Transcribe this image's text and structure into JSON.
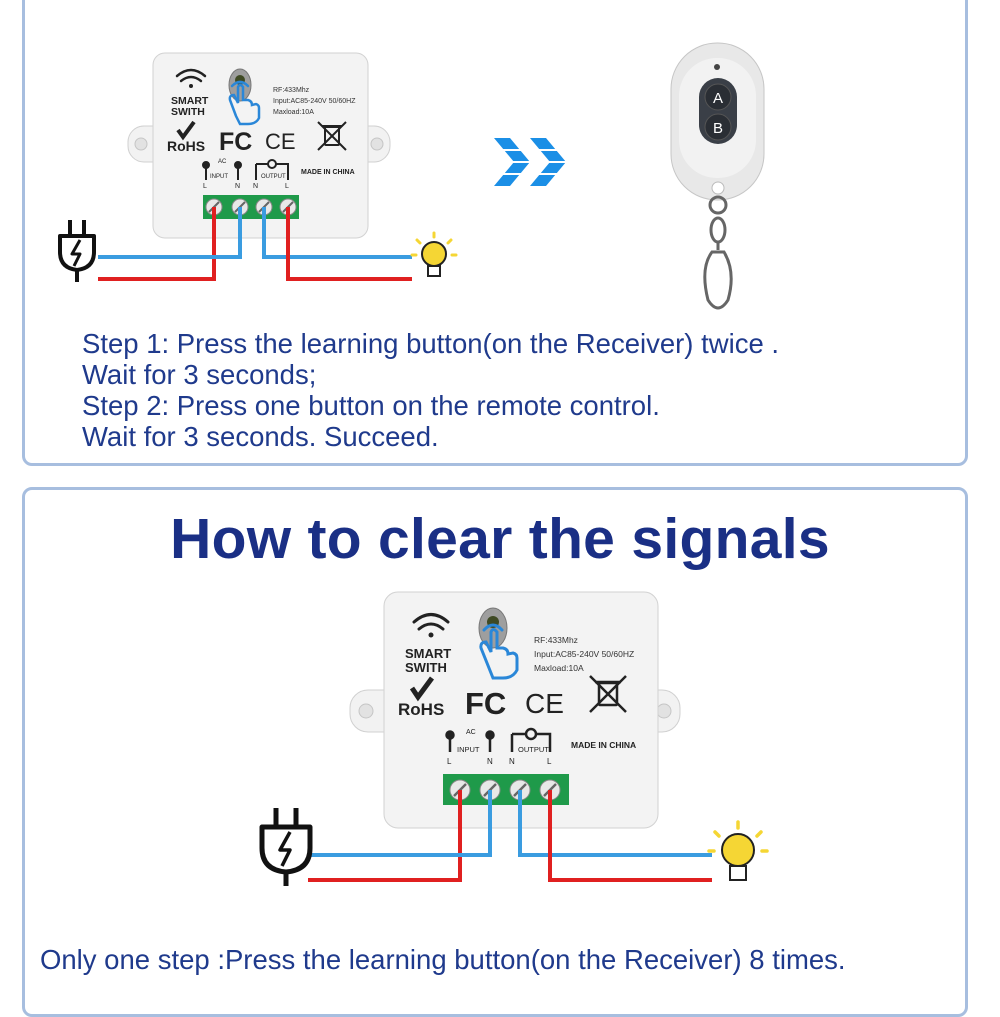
{
  "learn_section": {
    "steps": [
      "Step 1: Press the learning button(on the Receiver) twice .",
      "Wait for 3 seconds;",
      "Step 2: Press one button on the remote control.",
      "Wait for 3 seconds. Succeed."
    ]
  },
  "receiver": {
    "brand_line1": "SMART",
    "brand_line2": "SWITH",
    "spec_rf": "RF:433Mhz",
    "spec_input": "Input:AC85-240V 50/60HZ",
    "spec_maxload": "Maxload:10A",
    "rohs": "RoHS",
    "fc": "FC",
    "ce": "CE",
    "made_in": "MADE IN CHINA",
    "ac": "AC",
    "input_label": "INPUT",
    "output_label": "OUTPUT",
    "terminal_l": "L",
    "terminal_n": "N"
  },
  "remote": {
    "button_a": "A",
    "button_b": "B"
  },
  "clear_section": {
    "title": "How to clear the signals",
    "instruction": "Only one step :Press the learning button(on the Receiver) 8 times."
  },
  "colors": {
    "panel_border": "#a7bedf",
    "text_blue": "#1f3a8c",
    "title_blue": "#1a2f85",
    "wire_red": "#e02020",
    "wire_blue": "#3a9ce0",
    "terminal_green": "#1f9a4a",
    "arrow_blue": "#1b8fe6",
    "bulb_yellow": "#f5d634"
  }
}
